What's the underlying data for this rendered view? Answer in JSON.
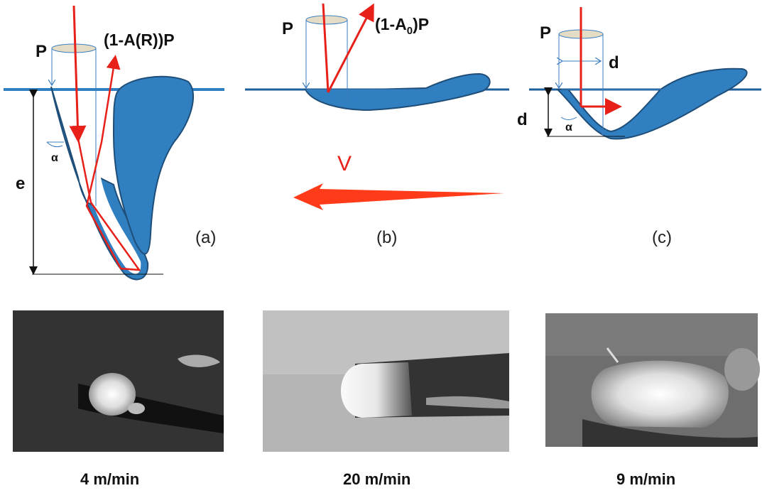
{
  "panels": [
    {
      "id": "a",
      "caption": "(a)",
      "beam_label": "P",
      "reflected_label": "(1-A(R))P",
      "depth_label": "e",
      "angle_label": "α"
    },
    {
      "id": "b",
      "caption": "(b)",
      "beam_label": "P",
      "reflected_label_main": "(1-A",
      "reflected_label_sub": "0",
      "reflected_label_end": ")P"
    },
    {
      "id": "c",
      "caption": "(c)",
      "beam_label": "P",
      "diameter_label": "d",
      "depth_label": "d",
      "angle_label": "α"
    }
  ],
  "velocity_label": "V",
  "photos": [
    {
      "speed": "4 m/min"
    },
    {
      "speed": "20 m/min"
    },
    {
      "speed": "9 m/min"
    }
  ],
  "colors": {
    "melt": "#2f7fc1",
    "outline": "#1f4e79",
    "beam": "#e8201a",
    "arrow": "#ff3b1a"
  }
}
